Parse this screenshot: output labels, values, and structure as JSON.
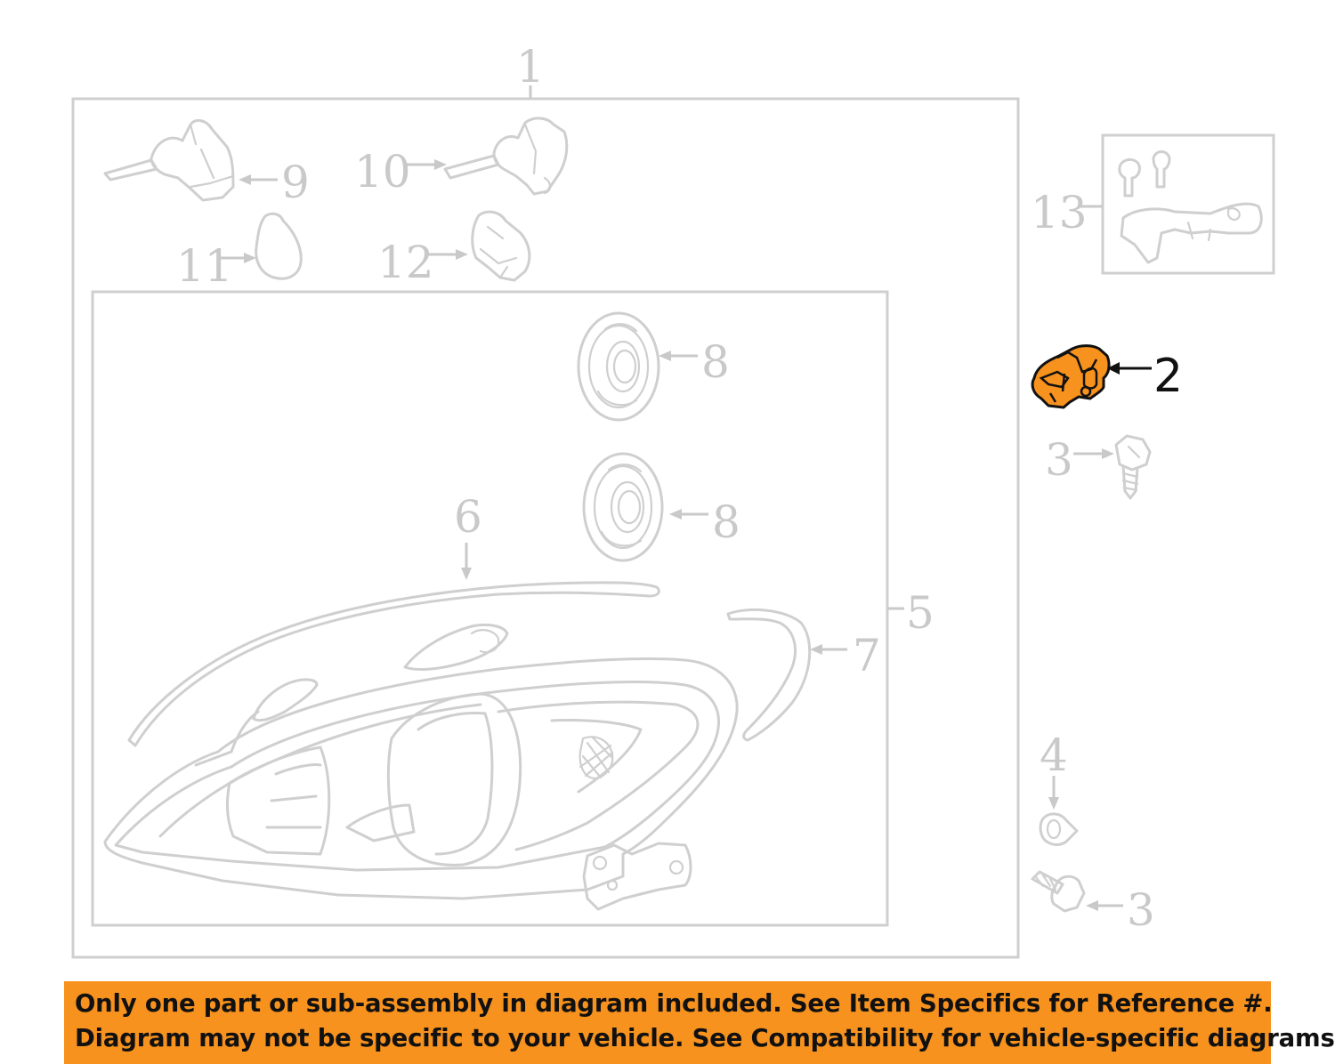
{
  "diagram": {
    "callouts": [
      {
        "id": "1",
        "label": "1"
      },
      {
        "id": "2",
        "label": "2",
        "highlighted": true
      },
      {
        "id": "3",
        "label": "3"
      },
      {
        "id": "3b",
        "label": "3"
      },
      {
        "id": "4",
        "label": "4"
      },
      {
        "id": "5",
        "label": "5"
      },
      {
        "id": "6",
        "label": "6"
      },
      {
        "id": "7",
        "label": "7"
      },
      {
        "id": "8",
        "label": "8"
      },
      {
        "id": "8b",
        "label": "8"
      },
      {
        "id": "9",
        "label": "9"
      },
      {
        "id": "10",
        "label": "10"
      },
      {
        "id": "11",
        "label": "11"
      },
      {
        "id": "12",
        "label": "12"
      },
      {
        "id": "13",
        "label": "13"
      }
    ],
    "highlight_color": "#f7921e",
    "ghost_color": "#cfcfcf"
  },
  "banner": {
    "line1": "Only one part or sub-assembly in diagram included. See Item Specifics for Reference #.",
    "line2": "Diagram may not be specific to your vehicle. See Compatibility for vehicle-specific diagrams.",
    "background": "#f7921e"
  }
}
